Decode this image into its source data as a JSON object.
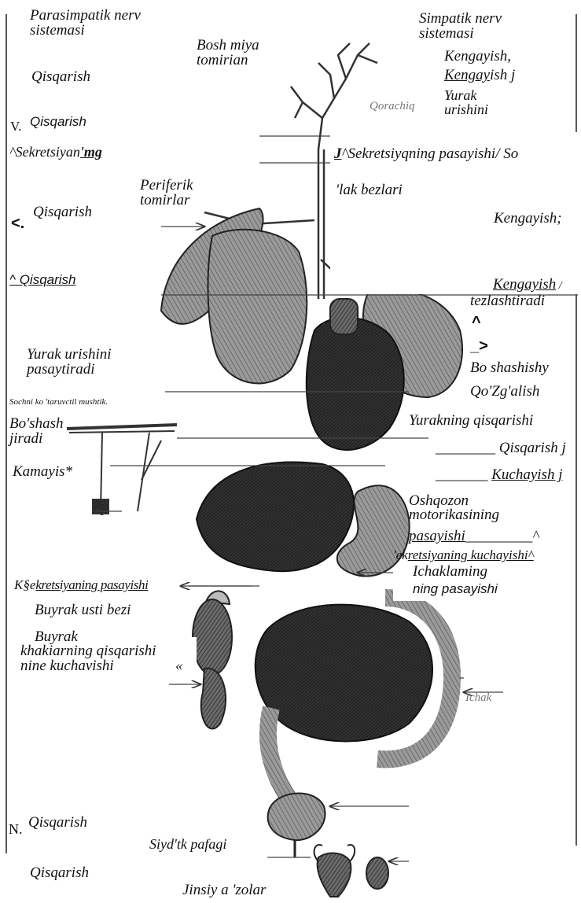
{
  "left_labels": {
    "header": "Parasimpatik nerv\nsistemasi",
    "qisqarish_1": "Qisqarish",
    "v_prefix": "V.",
    "qisqarish_2": "Qisqarish",
    "sekretsiya_prefix": "^Sekretsiyan",
    "sekretsiya_suffix": "'mg",
    "arrow_left": "<.",
    "qisqarish_3": "Qisqarish",
    "qisqarish_4": "^ Qisqarish",
    "yurak_pasaytiradi": "Yurak urishini\npasaytiradi",
    "sochni": "Sochni ko 'taruvctil mushtik.",
    "boshash": "Bo'shash\njiradi",
    "kamayis": "Kamayis*",
    "ks_prefix": "K§e",
    "ks_suffix": "kretsiyaning pasayishi",
    "buyrak_usti": "Buyrak usti bezi",
    "buyrak": "Buyrak",
    "khakiarning": "khakiarning qisqarishi\nnine kuchavishi",
    "guillemet": "«",
    "n_prefix": "N.",
    "qisqarish_5": "Qisqarish",
    "qisqarish_6": "Qisqarish"
  },
  "center_labels": {
    "bosh_miya": "Bosh miya\ntomirian",
    "periferik": "Periferik\ntomirlar",
    "qorachiq": "Qorachiq",
    "ichak": "Ichak",
    "siydik": "Siyd'tk pafagi",
    "jinsiy": "Jinsiy a 'zolar"
  },
  "right_labels": {
    "header": "Simpatik nerv\nsistemasi",
    "kengayish_1": "Kengayish,",
    "kengayish_2": "Kengay",
    "kengayish_2_rest": "ish j",
    "yurak_urishini": "Yurak\nurishini",
    "sekretsiya_j": "J",
    "sekretsiya_rest": "^Sekretsiyqning pasayishi/ So",
    "lak_bezlari": "'lak bezlari",
    "kengayish_3": "Kengayish;",
    "kengayish_4": "Kengayish",
    "kengayish_4_rest": " /",
    "tezlashtiradi": "tezlashtiradi",
    "caret": "^",
    "arrow_right": "_>",
    "boshashishy": "Bo shashishy",
    "qozgalish": "Qo'Zg'alish",
    "yurakning": "Yurakning qisqarishi",
    "qisqarish_j": "________ Qisqarish j",
    "kuchayish_lead": "_______ ",
    "kuchayish": "Kuchayish j",
    "oshqozon": "Oshqozon\nmotorikasining",
    "pasayishi": "pasayishi",
    "pasayishi_rest": "_________^",
    "ekretsiya_lead": "'ek",
    "ekretsiya": "retsiyaning kuchayishi^",
    "ichaklaming": "Ichaklaming",
    "ning_pasayishi": "ning pasayishi"
  }
}
